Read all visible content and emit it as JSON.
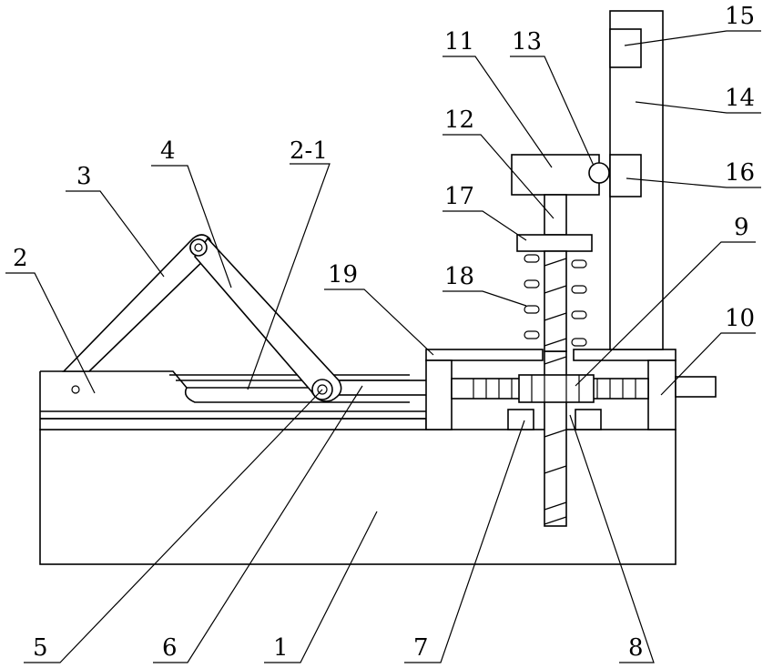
{
  "labels": {
    "l1": "1",
    "l2": "2",
    "l2_1": "2-1",
    "l3": "3",
    "l4": "4",
    "l5": "5",
    "l6": "6",
    "l7": "7",
    "l8": "8",
    "l9": "9",
    "l10": "10",
    "l11": "11",
    "l12": "12",
    "l13": "13",
    "l14": "14",
    "l15": "15",
    "l16": "16",
    "l17": "17",
    "l18": "18",
    "l19": "19"
  },
  "colors": {
    "stroke": "#000000",
    "background": "#ffffff"
  }
}
